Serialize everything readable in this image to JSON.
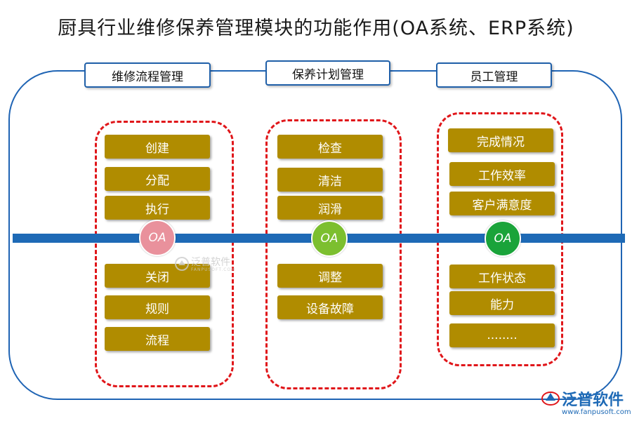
{
  "title": "厨具行业维修保养管理模块的功能作用(OA系统、ERP系统)",
  "sections": [
    {
      "header": "维修流程管理",
      "badge": "OA",
      "badge_color": "#e9919c",
      "top_items": [
        "创建",
        "分配",
        "执行"
      ],
      "bottom_items": [
        "关闭",
        "规则",
        "流程"
      ]
    },
    {
      "header": "保养计划管理",
      "badge": "OA",
      "badge_color": "#7cbf2f",
      "top_items": [
        "检查",
        "清洁",
        "润滑"
      ],
      "bottom_items": [
        "调整",
        "设备故障"
      ]
    },
    {
      "header": "员工管理",
      "badge": "OA",
      "badge_color": "#1aa33a",
      "top_items": [
        "完成情况",
        "工作效率",
        "客户满意度"
      ],
      "bottom_items": [
        "工作状态",
        "能力",
        "........"
      ]
    }
  ],
  "watermark": {
    "name": "泛普软件",
    "sub": "FANPUSOFT.COM"
  },
  "logo": {
    "name": "泛普软件",
    "url": "www.fanpusoft.com"
  },
  "colors": {
    "frame": "#1f64b4",
    "bar": "#1e6ab6",
    "item": "#b08c00",
    "dash": "#e0161a"
  }
}
